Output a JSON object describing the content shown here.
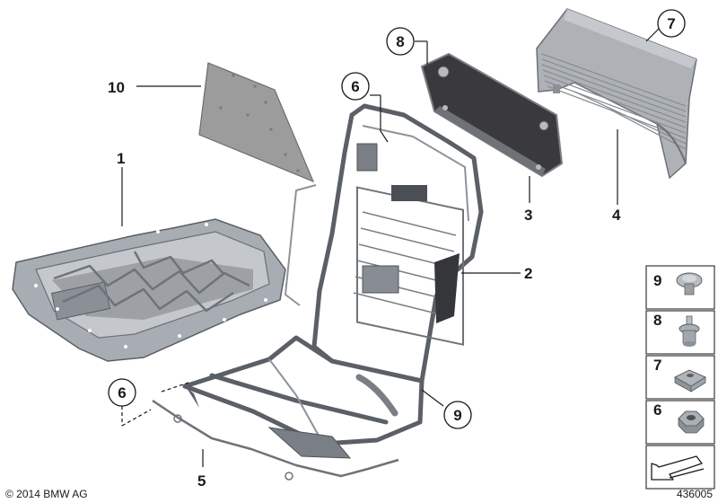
{
  "callouts": {
    "c1": "1",
    "c2": "2",
    "c3": "3",
    "c4": "4",
    "c5": "5",
    "c6a": "6",
    "c6b": "6",
    "c7": "7",
    "c8": "8",
    "c9": "9",
    "c10": "10"
  },
  "legend": {
    "items": [
      {
        "num": "9",
        "icon": "push-rivet-icon"
      },
      {
        "num": "8",
        "icon": "expanding-rivet-icon"
      },
      {
        "num": "7",
        "icon": "clip-nut-icon"
      },
      {
        "num": "6",
        "icon": "hex-nut-icon"
      }
    ],
    "arrow_icon": "orientation-arrow-icon"
  },
  "footer": {
    "copyright": "© 2014 BMW AG",
    "diagram_id": "436005"
  },
  "colors": {
    "frame_dark": "#5b5f66",
    "part_fill": "#a6abb1",
    "panel_fill": "#3a3a3c",
    "mat_fill": "#9c9c9c"
  }
}
